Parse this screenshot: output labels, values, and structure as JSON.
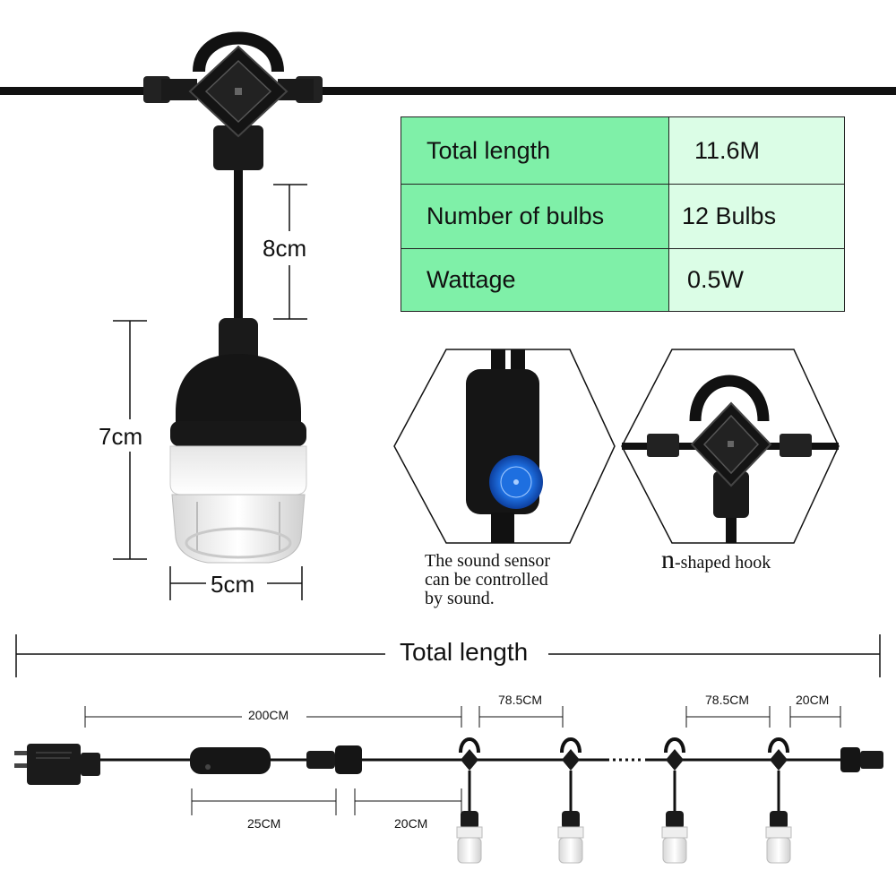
{
  "spec_table": {
    "rows": [
      {
        "label": "Total length",
        "value": "11.6M"
      },
      {
        "label": "Number of bulbs",
        "value": "12 Bulbs"
      },
      {
        "label": "Wattage",
        "value": "0.5W"
      }
    ]
  },
  "dimensions": {
    "stem_length": "8cm",
    "bulb_height": "7cm",
    "bulb_width": "5cm",
    "total_length": "Total length",
    "cable_to_first": "200CM",
    "spacing_1": "78.5CM",
    "spacing_2": "78.5CM",
    "end_segment": "20CM",
    "sensor_lead": "25CM",
    "connector_lead": "20CM"
  },
  "captions": {
    "sound_sensor_line1": "The sound sensor",
    "sound_sensor_line2": "can be controlled",
    "sound_sensor_line3": "by sound.",
    "hook_letter": "n",
    "hook_rest": "-shaped hook"
  },
  "colors": {
    "table_label_bg": "#7ff0a8",
    "table_value_bg": "#dbfde6",
    "cable": "#111111",
    "sensor_button": "#1e6fe0"
  },
  "icons": [
    "bulb",
    "n-hook-connector",
    "sound-sensor-module",
    "power-adapter",
    "waterproof-connector"
  ]
}
